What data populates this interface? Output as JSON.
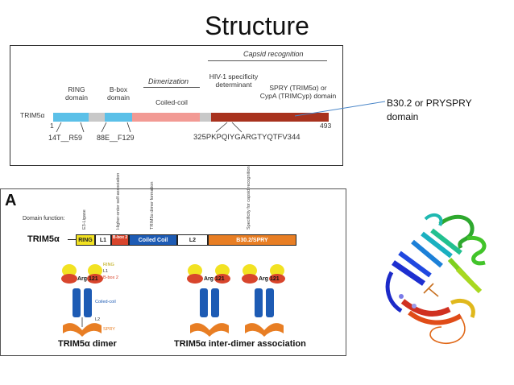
{
  "slide": {
    "title": "Structure",
    "callout_line1": "B30.2 or PRYSPRY",
    "callout_line2": "domain"
  },
  "top_diagram": {
    "protein": "TRIM5α",
    "start": "1",
    "end": "493",
    "capsid_recognition": "Capsid recognition",
    "dimerization": "Dimerization",
    "ring_label_1": "RING",
    "ring_label_2": "domain",
    "bbox_label_1": "B-box",
    "bbox_label_2": "domain",
    "coiled_coil": "Coiled-coil",
    "hiv_label_1": "HIV-1 specificity",
    "hiv_label_2": "determinant",
    "spry_label_1": "SPRY (TRIM5α) or",
    "spry_label_2": "CypA (TRIMCyp) domain",
    "ring_motif": "14T__R59",
    "bbox_motif": "88E__F129",
    "hiv_sequence": "325PKPQIYGARGTYQTFV344"
  },
  "bottom_diagram": {
    "panel_letter": "A",
    "domain_function": "Domain function:",
    "protein": "TRIM5α",
    "func_e3": "E3-Ligase",
    "func_higher_order": "Higher-order self-association",
    "func_dimer": "TRIM5α dimer formation",
    "func_specificity": "Specificity for capsid recognition",
    "dom_ring": "RING",
    "dom_l1": "L1",
    "dom_bbox": "B-box 2",
    "dom_cc": "Coiled Coil",
    "dom_l2": "L2",
    "dom_spry": "B30.2/SPRY",
    "struct_ring": "RING",
    "struct_l1": "L1",
    "struct_bbox": "B-box 2",
    "struct_cc": "Coiled-coil",
    "struct_l2": "L2",
    "struct_spry": "SPRY",
    "arg_label": "Arg 121",
    "caption_dimer": "TRIM5α dimer",
    "caption_inter": "TRIM5α inter-dimer association"
  },
  "colors": {
    "ring": "#5bc0e8",
    "bbox": "#5bc0e8",
    "linker": "#c8c8c8",
    "coiled_coil": "#f29a94",
    "spry": "#a8321e",
    "cc_blue": "#1d5bb4",
    "spry_orange": "#e87e24",
    "ring_yellow": "#f2e222",
    "bbox_red": "#d8452c"
  }
}
